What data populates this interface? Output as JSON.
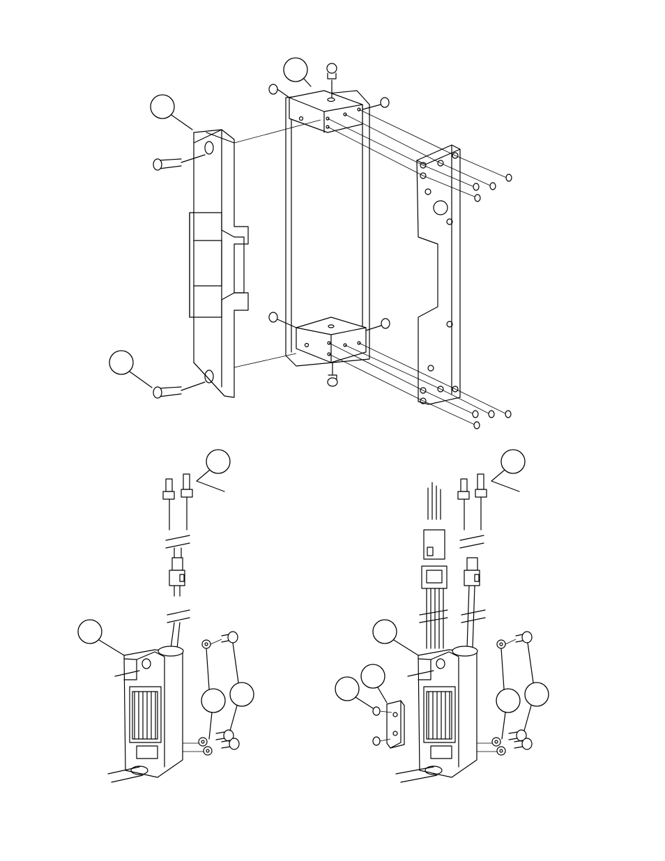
{
  "diagram": {
    "callouts": [
      {
        "id": "callout-1",
        "label": ""
      },
      {
        "id": "callout-2",
        "label": ""
      },
      {
        "id": "callout-3",
        "label": ""
      },
      {
        "id": "callout-4",
        "label": ""
      },
      {
        "id": "callout-5",
        "label": ""
      },
      {
        "id": "callout-6",
        "label": ""
      },
      {
        "id": "callout-7",
        "label": ""
      },
      {
        "id": "callout-8",
        "label": ""
      },
      {
        "id": "callout-9",
        "label": ""
      },
      {
        "id": "callout-10",
        "label": ""
      },
      {
        "id": "callout-11",
        "label": ""
      },
      {
        "id": "callout-12",
        "label": ""
      }
    ],
    "parts": {
      "faceplate": "faceplate-icon",
      "box": "mounting-box-icon",
      "back_plate": "mounting-plate-icon",
      "strike_body_left": "electric-strike-icon",
      "strike_body_right": "electric-strike-with-monitor-icon",
      "connector": "wire-connector-icon",
      "screw": "screw-icon",
      "lock_washer": "lock-washer-icon",
      "diode": "diode-icon"
    },
    "colors": {
      "stroke": "#000000",
      "background": "#ffffff"
    }
  }
}
